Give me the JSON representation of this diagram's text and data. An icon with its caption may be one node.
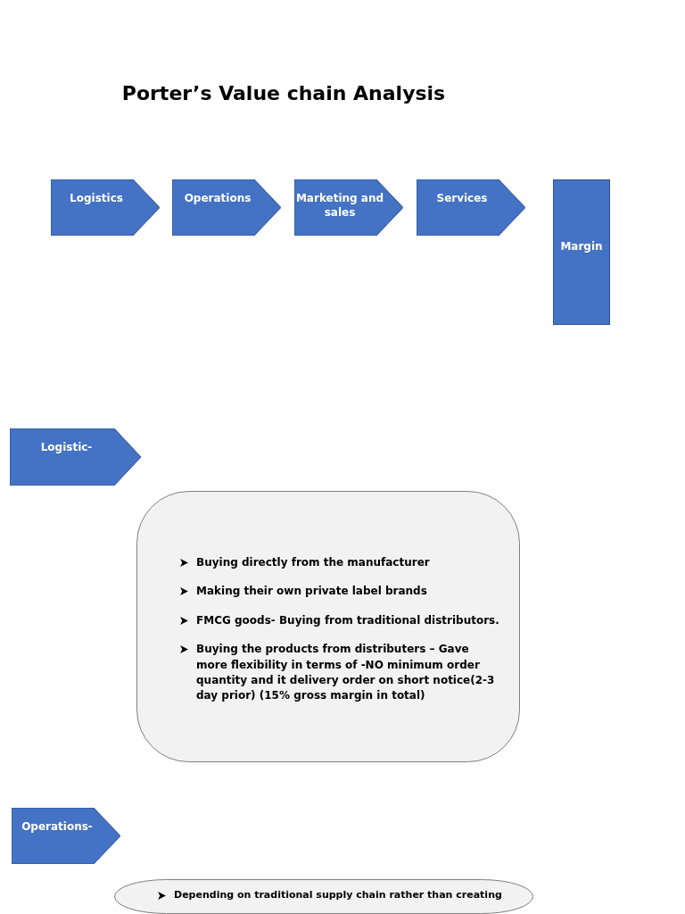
{
  "diagram": {
    "title": "Porter’s Value chain Analysis",
    "nodes": [
      {
        "text": [
          "Logistics"
        ]
      },
      {
        "text": [
          "Operations"
        ]
      },
      {
        "text": [
          "Marketing and sales"
        ]
      },
      {
        "text": [
          "Services"
        ]
      },
      {
        "text": [
          "Margin"
        ]
      },
      {
        "text": [
          "Logistic-"
        ]
      },
      {
        "text": [
          "Buying directly from the manufacturer",
          "Making their own private label brands",
          "FMCG goods- Buying from traditional distributors.",
          "Buying the products from distributers – Gave more flexibility in terms of -NO minimum order quantity and it delivery order on short notice(2-3 day prior) **(15% gross margin in total)**"
        ]
      },
      {
        "text": [
          "Operations-"
        ]
      },
      {
        "text": [
          "Depending on traditional supply chain rather than creating"
        ]
      }
    ],
    "edges": []
  }
}
